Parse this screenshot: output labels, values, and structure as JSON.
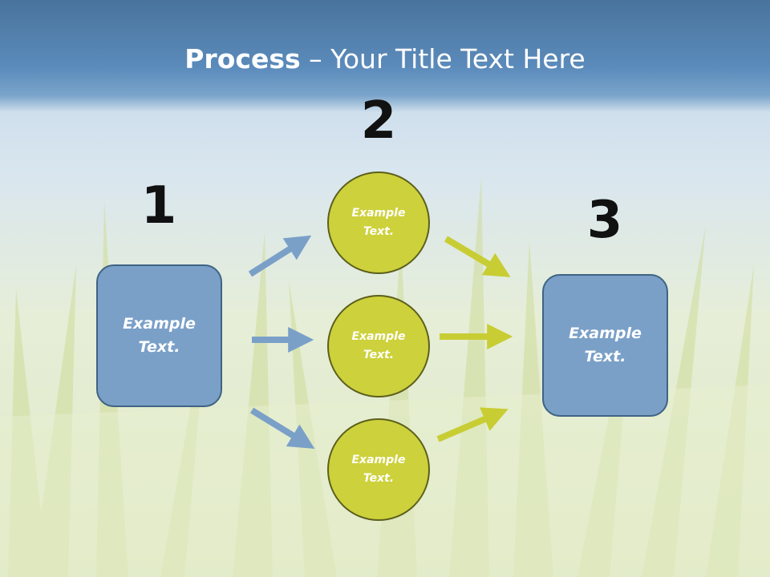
{
  "slide": {
    "title_bold": "Process",
    "title_rest": " – Your Title Text Here"
  },
  "steps": {
    "step1": {
      "number": "1",
      "box_text": "Example\nText."
    },
    "step2": {
      "number": "2",
      "circles": [
        {
          "text": "Example\nText."
        },
        {
          "text": "Example\nText."
        },
        {
          "text": "Example\nText."
        }
      ]
    },
    "step3": {
      "number": "3",
      "box_text": "Example\nText."
    }
  },
  "colors": {
    "box_fill": "#7aa0c8",
    "circle_fill": "#cdd13b",
    "blue_arrow": "#7aa0c8",
    "green_arrow": "#c8cd33",
    "header": "#5b8bbb"
  }
}
